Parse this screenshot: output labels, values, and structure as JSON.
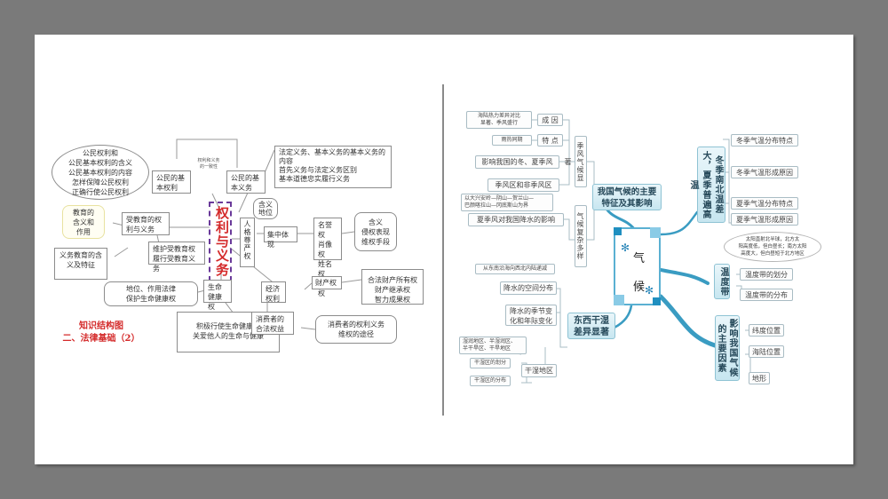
{
  "left_map": {
    "title": "权利与义务",
    "heading_line1": "知识结构图",
    "heading_line2": "二、法律基础（2）",
    "note_consistency": [
      "权利和义务",
      "的一致性"
    ],
    "citizen_basic_rights": "公民的基本权利",
    "citizen_rights_bubble": [
      "公民权利和",
      "公民基本权利的含义",
      "公民基本权利的内容",
      "怎样保障公民权利",
      "正确行使公民权利"
    ],
    "citizen_basic_duties": "公民的基本义务",
    "duties_detail": [
      "法定义务、基本义务的基本义务的",
      "内容",
      "首先义务与法定义务区别",
      "基本道德忠实履行义务"
    ],
    "education_rights_duties": "受教育的权利与义务",
    "education_meaning_bubble": [
      "教育的",
      "含义和",
      "作用"
    ],
    "compulsory_education": [
      "义务教育的含",
      "义及特征"
    ],
    "protect_education": [
      "维护受教育权",
      "履行受教育义务"
    ],
    "personality_dignity": "人格尊严权",
    "meaning_status_bubble": [
      "含义",
      "地位"
    ],
    "concentrated": "集中体现",
    "rights_list": [
      "名誉权",
      "肖像权",
      "姓名权",
      "隐私权"
    ],
    "rights_list_bubble": [
      "含义",
      "侵权表现",
      "维权手段"
    ],
    "life_health": "生命健康权",
    "life_health_bubble": [
      "地位、作用法律",
      "保护生命健康权"
    ],
    "life_health_box": [
      "积极行使生命健康权",
      "关爱他人的生命与健康"
    ],
    "economic_rights": "经济权利",
    "property_right": "财产权",
    "property_bubble": [
      "合法财产所有权",
      "财产继承权",
      "智力成果权"
    ],
    "consumer_rights": "消费者的合法权益",
    "consumer_bubble": [
      "消费者的权利义务",
      "维权的途径"
    ]
  },
  "right_map": {
    "center": [
      "气",
      "候"
    ],
    "branch_features": "我国气候的主要特征及其影响",
    "monsoon": "季风气候显著",
    "complex": "气候复杂多样",
    "cause": "成 因",
    "cause_note": [
      "海陆热力差异对比",
      "显著、季风盛行"
    ],
    "feature": "特 点",
    "feature_note": "雨热同期",
    "monsoon_influence": "影响我国的冬、夏季风",
    "monsoon_region": "季风区和非季风区",
    "boundary_note": [
      "以大兴安岭—阴山—贺兰山—",
      "巴颜喀拉山—冈底斯山为界"
    ],
    "summer_rain": "夏季风对我国降水的影响",
    "temp_branch": "冬季南北温差大，夏季普遍高温",
    "temp_items": [
      "冬季气温分布特点",
      "冬季气温形成原因",
      "夏季气温分布特点",
      "夏季气温形成原因"
    ],
    "temp_note": [
      "太阳直射北半球，北方太",
      "阳高度低，但白昼长；南方太阳",
      "高度大，但白昼短于北方地区"
    ],
    "temp_zone": "温度带",
    "temp_zone_items": [
      "温度带的划分",
      "温度带的分布"
    ],
    "factors": "影响我国气候的主要因素",
    "factor_items": [
      "纬度位置",
      "海陆位置",
      "地形"
    ],
    "dry_wet": "东西干湿差异显著",
    "rain_spatial": "降水的空间分布",
    "rain_spatial_note": "从东南沿海向西北内陆递减",
    "rain_seasonal": [
      "降水的季节变",
      "化和年际变化"
    ],
    "dry_wet_region": "干湿地区",
    "dry_wet_note": [
      "湿润地区、半湿润区、",
      "半干旱区、干旱地区"
    ],
    "dry_wet_division": "干湿区的划分",
    "dry_wet_distribution": "干湿区的分布"
  },
  "colors": {
    "background": "#7a7a7a",
    "slide": "#ffffff",
    "accent_red": "#d42a2a",
    "accent_purple": "#6a3a9a",
    "branch_teal": "#3a9cc2",
    "node_fill": "#c7e6f0"
  }
}
